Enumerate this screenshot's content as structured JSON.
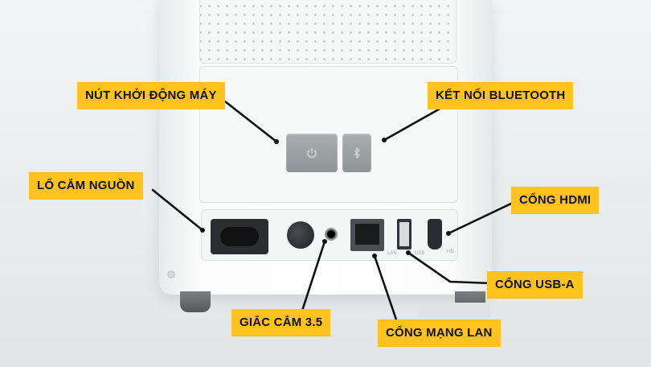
{
  "labels": {
    "power_button": "NÚT KHỞI ĐỘNG MÁY",
    "bluetooth": "KẾT NỐI BLUETOOTH",
    "power_socket": "LỔ CẮM NGUỒN",
    "hdmi": "CỔNG HDMI",
    "usb_a": "CỔNG USB-A",
    "audio_jack": "GIẮC CẮM 3.5",
    "lan": "CỔNG MẠNG LAN"
  },
  "port_text": {
    "lan": "LAN",
    "usb": "USB",
    "hdmi": "HD"
  },
  "colors": {
    "label_background": "#ffc21f",
    "label_text": "#111111",
    "leader_line": "#111111"
  },
  "icons": {
    "power_button": "power-icon",
    "bluetooth_button": "bluetooth-icon"
  }
}
